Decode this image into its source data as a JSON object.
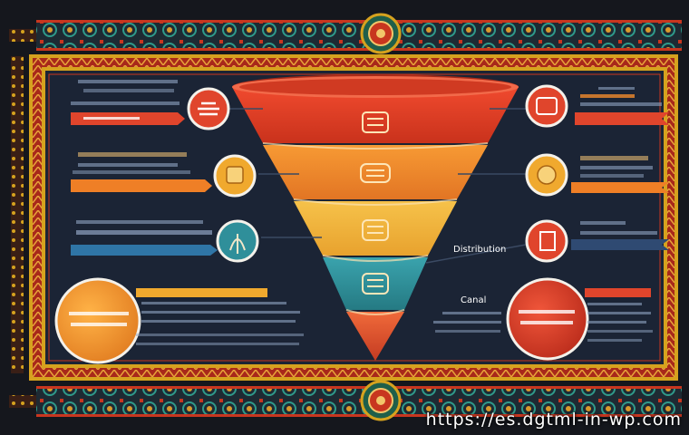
{
  "watermark": "https://es.dgtml-in-wp.com",
  "left_column": {
    "block_4": {
      "title": "Canal"
    }
  },
  "right_column": {
    "block_3": {
      "title": "Distribution"
    }
  },
  "colors": {
    "background": "#1b2435",
    "border_red": "#c8361f",
    "border_gold": "#d6a21e",
    "funnel_red": "#e0452c",
    "funnel_orange": "#f08a2c",
    "funnel_amber": "#f3b53a",
    "funnel_teal": "#2f8f9a",
    "funnel_tip": "#e35a32"
  },
  "funnel_icons": [
    "document-icon",
    "stack-icon",
    "box-icon",
    "chat-icon"
  ],
  "side_icons": [
    "press-icon",
    "medal-icon",
    "leaf-icon",
    "bag-icon",
    "shield-icon"
  ]
}
